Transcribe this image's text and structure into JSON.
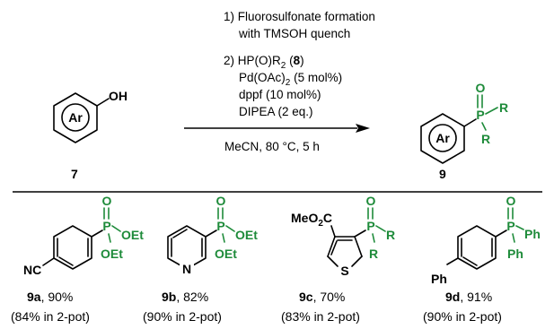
{
  "conditions": {
    "step1_line1": "1) Fluorosulfonate formation",
    "step1_line2": "with TMSOH quench",
    "step2_prefix": "2) HP(O)R",
    "step2_sub": "2",
    "step2_open": " (",
    "step2_ref": "8",
    "step2_close": ")",
    "pd_prefix": "Pd(OAc)",
    "pd_sub": "2",
    "pd_suffix": " (5 mol%)",
    "dppf": "dppf (10 mol%)",
    "dipea": "DIPEA (2 eq.)",
    "solvent": "MeCN, 80 °C, 5 h"
  },
  "reactant": {
    "ring_label": "Ar",
    "oh": "OH",
    "compound_no": "7"
  },
  "product": {
    "ring_label": "Ar",
    "p": "P",
    "o": "O",
    "r1": "R",
    "r2": "R",
    "compound_no": "9"
  },
  "examples": [
    {
      "id": "9a",
      "yield": ", 90%",
      "two_pot": "(84% in 2-pot)",
      "labels": {
        "substituent": "NC",
        "p": "P",
        "o": "O",
        "r1": "OEt",
        "r2": "OEt"
      }
    },
    {
      "id": "9b",
      "yield": ", 82%",
      "two_pot": "(90% in 2-pot)",
      "labels": {
        "n": "N",
        "p": "P",
        "o": "O",
        "r1": "OEt",
        "r2": "OEt"
      }
    },
    {
      "id": "9c",
      "yield": ", 70%",
      "two_pot": "(83% in 2-pot)",
      "labels": {
        "ester_a": "MeO",
        "ester_sub": "2",
        "ester_b": "C",
        "s": "S",
        "p": "P",
        "o": "O",
        "r1": "R",
        "r2": "R"
      }
    },
    {
      "id": "9d",
      "yield": ", 91%",
      "two_pot": "(90% in 2-pot)",
      "labels": {
        "substituent": "Ph",
        "p": "P",
        "o": "O",
        "r1": "Ph",
        "r2": "Ph"
      }
    }
  ],
  "colors": {
    "phosphorus_group": "#1e8b3a",
    "ink": "#000000"
  }
}
